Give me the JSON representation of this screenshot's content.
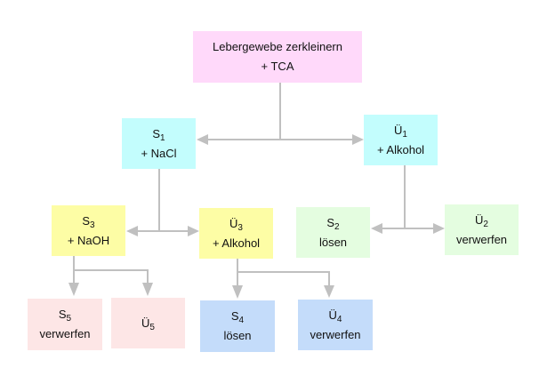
{
  "diagram": {
    "type": "flowchart",
    "colors": {
      "connector": "#c0c0c0",
      "pink": "#ffd9fa",
      "cyan": "#c3fdfd",
      "yellow": "#fdfda5",
      "green": "#e4fde0",
      "rose": "#fde6e6",
      "blue": "#c4dcfa"
    },
    "nodes": {
      "top": {
        "line1": "Lebergewebe zerkleinern",
        "line2": "+ TCA"
      },
      "s1": {
        "main": "S",
        "sub": "1",
        "line2": "+ NaCl"
      },
      "u1": {
        "main": "Ü",
        "sub": "1",
        "line2": "+ Alkohol"
      },
      "s3": {
        "main": "S",
        "sub": "3",
        "line2": "+ NaOH"
      },
      "u3": {
        "main": "Ü",
        "sub": "3",
        "line2": "+ Alkohol"
      },
      "s2": {
        "main": "S",
        "sub": "2",
        "line2": "lösen"
      },
      "u2": {
        "main": "Ü",
        "sub": "2",
        "line2": "verwerfen"
      },
      "s5": {
        "main": "S",
        "sub": "5",
        "line2": "verwerfen"
      },
      "u5": {
        "main": "Ü",
        "sub": "5",
        "line2": ""
      },
      "s4": {
        "main": "S",
        "sub": "4",
        "line2": "lösen"
      },
      "u4": {
        "main": "Ü",
        "sub": "4",
        "line2": "verwerfen"
      }
    },
    "edges": [
      {
        "from": "top",
        "to": "s1"
      },
      {
        "from": "top",
        "to": "u1"
      },
      {
        "from": "s1",
        "to": "s3"
      },
      {
        "from": "s1",
        "to": "u3"
      },
      {
        "from": "u1",
        "to": "s2"
      },
      {
        "from": "u1",
        "to": "u2"
      },
      {
        "from": "s3",
        "to": "s5"
      },
      {
        "from": "s3",
        "to": "u5"
      },
      {
        "from": "u3",
        "to": "s4"
      },
      {
        "from": "u3",
        "to": "u4"
      }
    ]
  }
}
